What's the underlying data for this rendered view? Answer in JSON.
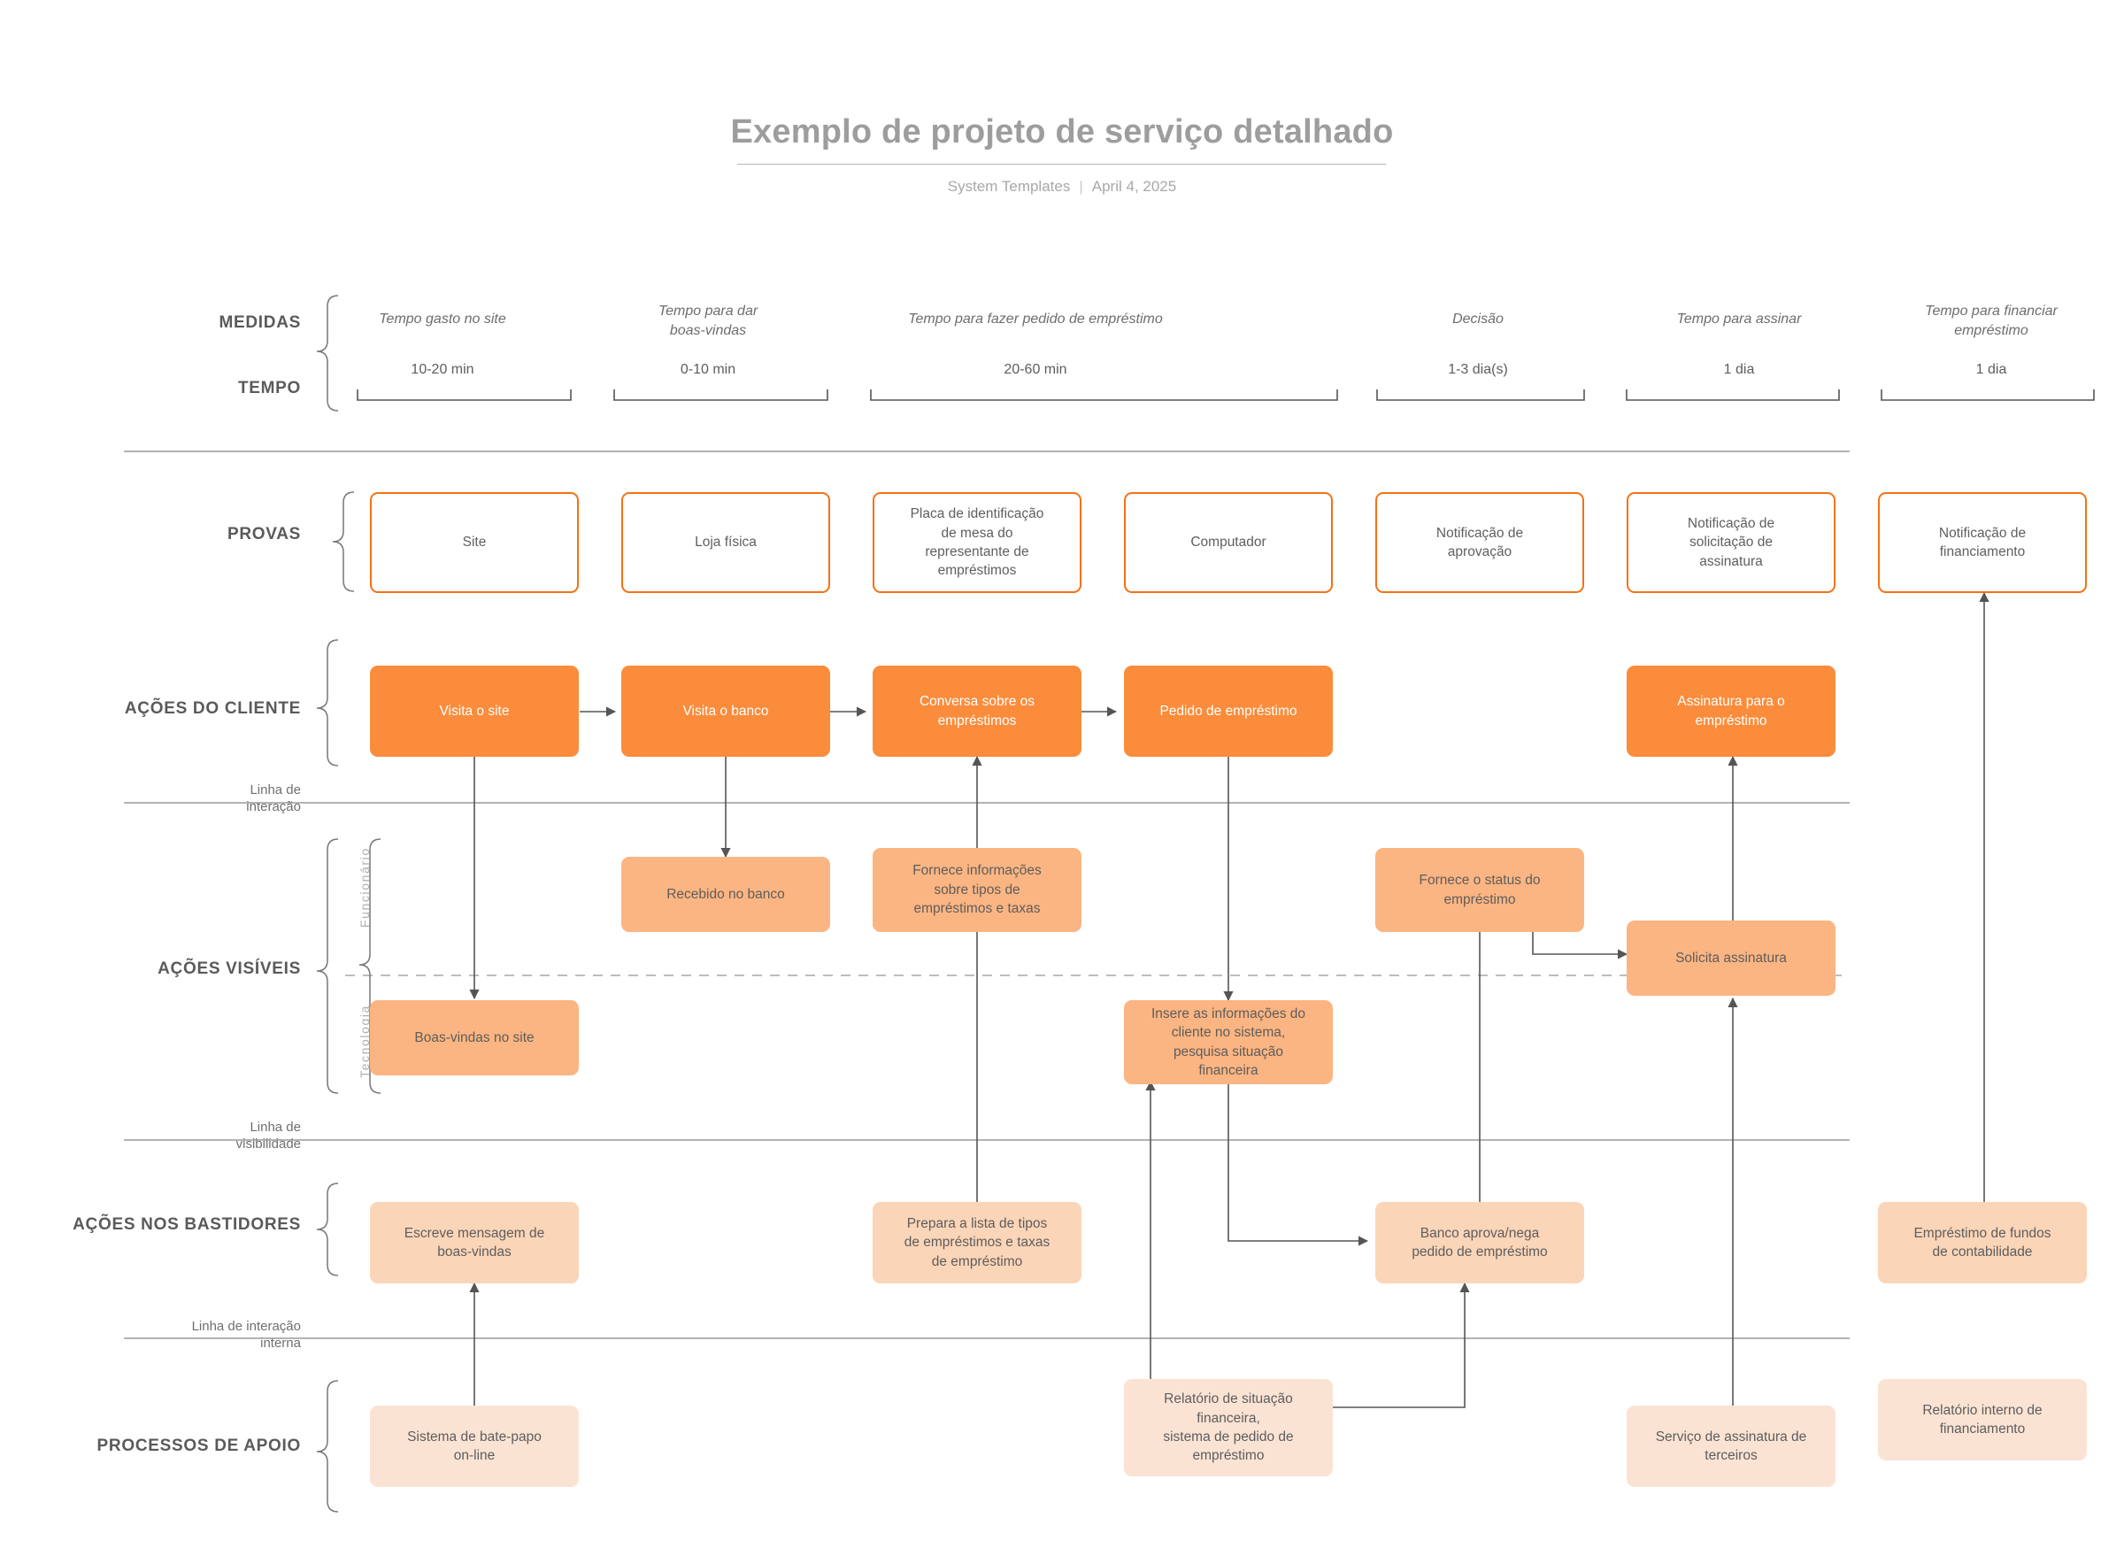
{
  "header": {
    "title": "Exemplo de projeto de serviço detalhado",
    "author": "System Templates",
    "separator": "|",
    "date": "April 4, 2025"
  },
  "row_labels": {
    "measures": "MEDIDAS",
    "time": "TEMPO",
    "evidence": "PROVAS",
    "customer_actions": "AÇÕES DO CLIENTE",
    "frontstage_actions": "AÇÕES VISÍVEIS",
    "backstage_actions": "AÇÕES NOS BASTIDORES",
    "support_processes": "PROCESSOS DE APOIO"
  },
  "divider_labels": {
    "interaction": "Linha de\ninteração",
    "visibility": "Linha de\nvisibilidade",
    "internal_interaction": "Linha de interação\ninterna"
  },
  "swimlane_labels": {
    "employee": "Funcionário",
    "technology": "Tecnologia"
  },
  "measures": [
    "Tempo gasto no site",
    "Tempo para dar\nboas-vindas",
    "Tempo para fazer pedido de empréstimo",
    "Decisão",
    "Tempo para assinar",
    "Tempo para financiar\nempréstimo"
  ],
  "times": [
    "10-20 min",
    "0-10 min",
    "20-60 min",
    "1-3 dia(s)",
    "1 dia",
    "1 dia"
  ],
  "evidence": [
    "Site",
    "Loja física",
    "Placa de identificação\nde mesa do\nrepresentante de\nempréstimos",
    "Computador",
    "Notificação de\naprovação",
    "Notificação de\nsolicitação de\nassinatura",
    "Notificação de\nfinanciamento"
  ],
  "customer_actions": [
    "Visita o site",
    "Visita o banco",
    "Conversa sobre os\nempréstimos",
    "Pedido de empréstimo",
    "Assinatura para o\nempréstimo"
  ],
  "frontstage_employee": [
    "Recebido no banco",
    "Fornece informações\nsobre tipos de\nempréstimos e taxas",
    "Fornece o status do\nempréstimo",
    "Solicita assinatura"
  ],
  "frontstage_technology": [
    "Boas-vindas no site",
    "Insere as informações do\ncliente no sistema,\npesquisa situação\nfinanceira"
  ],
  "backstage_actions": [
    "Escreve mensagem de\nboas-vindas",
    "Prepara a lista de tipos\nde empréstimos e taxas\nde empréstimo",
    "Banco aprova/nega\npedido de empréstimo",
    "Empréstimo de fundos\nde contabilidade"
  ],
  "support_processes": [
    "Sistema de bate-papo\non-line",
    "Relatório de situação\nfinanceira,\nsistema de pedido de\nempréstimo",
    "Serviço de assinatura de\nterceiros",
    "Relatório interno de\nfinanciamento"
  ],
  "colors": {
    "evidence_border": "#f47216",
    "customer_fill": "#fa8c3c",
    "frontstage_fill": "#fbb582",
    "backstage_fill": "#fbd5b8",
    "support_fill": "#fbe3d4",
    "connector": "#555555",
    "divider": "#999999",
    "title": "#9d9d9d"
  }
}
